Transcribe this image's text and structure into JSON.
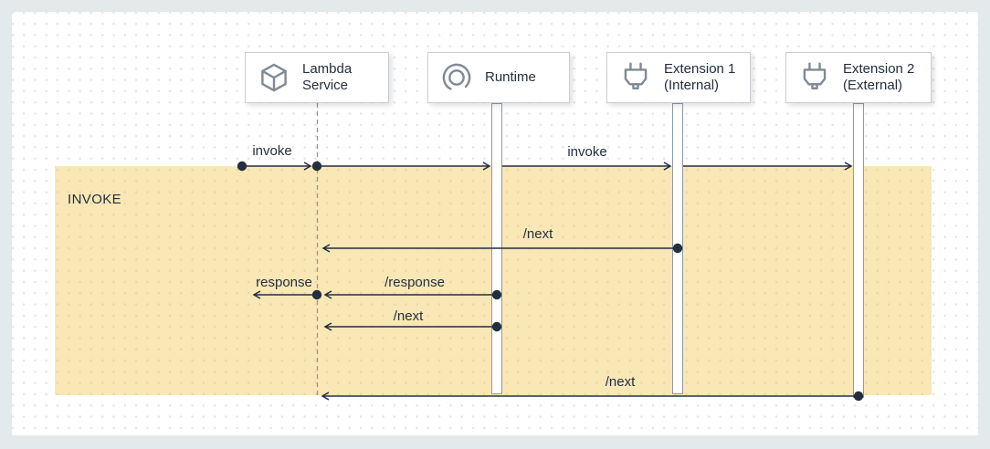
{
  "diagram": {
    "type": "sequence-diagram",
    "phase_label": "INVOKE",
    "participants": [
      {
        "id": "lambda-service",
        "icon": "cube-icon",
        "lines": [
          "Lambda",
          "Service"
        ]
      },
      {
        "id": "runtime",
        "icon": "runtime-cycle-icon",
        "lines": [
          "Runtime"
        ]
      },
      {
        "id": "extension-1",
        "icon": "plug-icon",
        "lines": [
          "Extension 1",
          "(Internal)"
        ]
      },
      {
        "id": "extension-2",
        "icon": "plug-icon",
        "lines": [
          "Extension 2",
          "(External)"
        ]
      }
    ],
    "messages": [
      {
        "label": "invoke",
        "from": "invoker",
        "to": "lambda-service"
      },
      {
        "label": "",
        "from": "lambda-service",
        "to": "runtime"
      },
      {
        "label": "invoke",
        "from": "runtime",
        "to": "extension-1"
      },
      {
        "label": "",
        "from": "extension-1",
        "to": "extension-2"
      },
      {
        "label": "/next",
        "from": "extension-1",
        "to": "lambda-service"
      },
      {
        "label": "response",
        "from": "lambda-service",
        "to": "invoker"
      },
      {
        "label": "/response",
        "from": "runtime",
        "to": "lambda-service"
      },
      {
        "label": "/next",
        "from": "runtime",
        "to": "lambda-service"
      },
      {
        "label": "/next",
        "from": "extension-2",
        "to": "lambda-service"
      }
    ],
    "colors": {
      "phase_band": "#f9e7b6",
      "ink": "#232f3e",
      "box_border": "#c9cfd4",
      "lifeline_gray": "#8f99a2",
      "outer_background": "#e4e9ec"
    }
  }
}
